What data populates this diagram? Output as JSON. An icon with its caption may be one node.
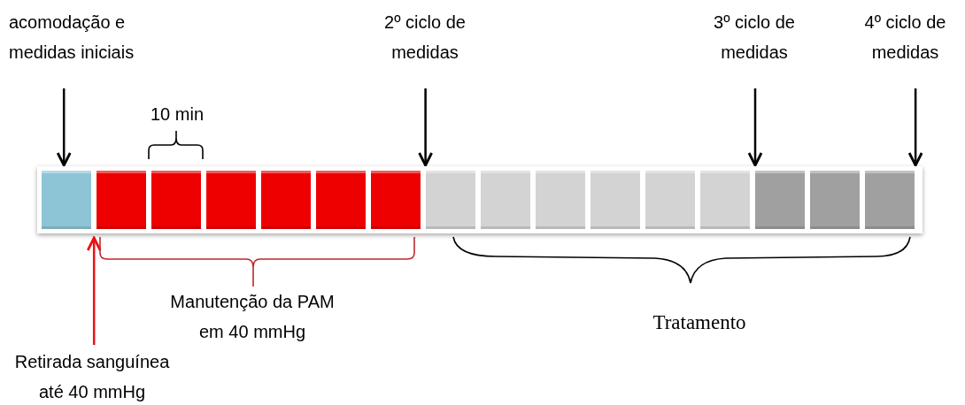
{
  "diagram": {
    "nodes": [
      {
        "text": [
          "acomodação e medidas iniciais"
        ]
      },
      {
        "text": [
          "2º ciclo de medidas"
        ]
      },
      {
        "text": [
          "3º ciclo de medidas"
        ]
      },
      {
        "text": [
          "4º ciclo de medidas"
        ]
      },
      {
        "text": [],
        "shape": "bar"
      },
      {
        "text": [],
        "shape": "box",
        "in": 4
      },
      {
        "text": [],
        "shape": "box",
        "in": 4
      },
      {
        "text": [],
        "shape": "box",
        "in": 4
      },
      {
        "text": [],
        "shape": "box",
        "in": 4
      },
      {
        "text": [],
        "shape": "box",
        "in": 4
      },
      {
        "text": [],
        "shape": "box",
        "in": 4
      },
      {
        "text": [],
        "shape": "box",
        "in": 4
      },
      {
        "text": [],
        "shape": "box",
        "in": 4
      },
      {
        "text": [],
        "shape": "box",
        "in": 4
      },
      {
        "text": [],
        "shape": "box",
        "in": 4
      },
      {
        "text": [],
        "shape": "box",
        "in": 4
      },
      {
        "text": [],
        "shape": "box",
        "in": 4
      },
      {
        "text": [],
        "shape": "box",
        "in": 4
      },
      {
        "text": [],
        "shape": "box",
        "in": 4
      },
      {
        "text": [],
        "shape": "box",
        "in": 4
      },
      {
        "text": [],
        "shape": "box",
        "in": 4
      },
      {
        "text": [
          "Retirada sanguínea até  40 mmHg"
        ]
      }
    ],
    "edges": [
      {
        "from": 0,
        "to": 5,
        "arrow": "to"
      },
      {
        "from": 1,
        "to": 11,
        "arrow": "to"
      },
      {
        "from": 2,
        "to": 18,
        "arrow": "to"
      },
      {
        "from": 3,
        "to": 20,
        "arrow": "to"
      },
      {
        "from": 21,
        "to": 6,
        "arrow": "to",
        "color": "#ee1111"
      }
    ],
    "labels": [
      "10 min",
      "Manutenção da PAM em 40 mmHg",
      "Tratamento"
    ]
  }
}
